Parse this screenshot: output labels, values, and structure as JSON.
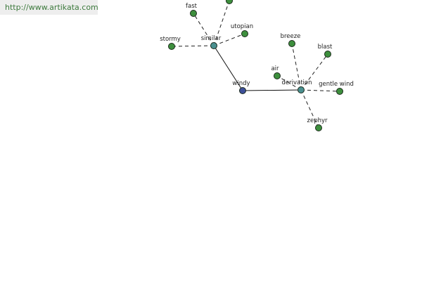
{
  "source_url": "http://www.artikata.com",
  "colors": {
    "root_node": "#3d4f99",
    "relation_node": "#4a9090",
    "leaf_node": "#3d8f3d",
    "node_stroke": "#1c2a1c",
    "solid_edge": "#111111",
    "dashed_edge": "#222222",
    "banner_bg": "#eeeeee",
    "banner_text": "#3d7a3d"
  },
  "graph": {
    "root": "windy",
    "relations": [
      {
        "label": "similar",
        "members": [
          "fast",
          "stormy",
          "utopian"
        ]
      },
      {
        "label": "derivation",
        "members": [
          "air",
          "breeze",
          "blast",
          "gentle wind",
          "zephyr"
        ]
      }
    ]
  }
}
